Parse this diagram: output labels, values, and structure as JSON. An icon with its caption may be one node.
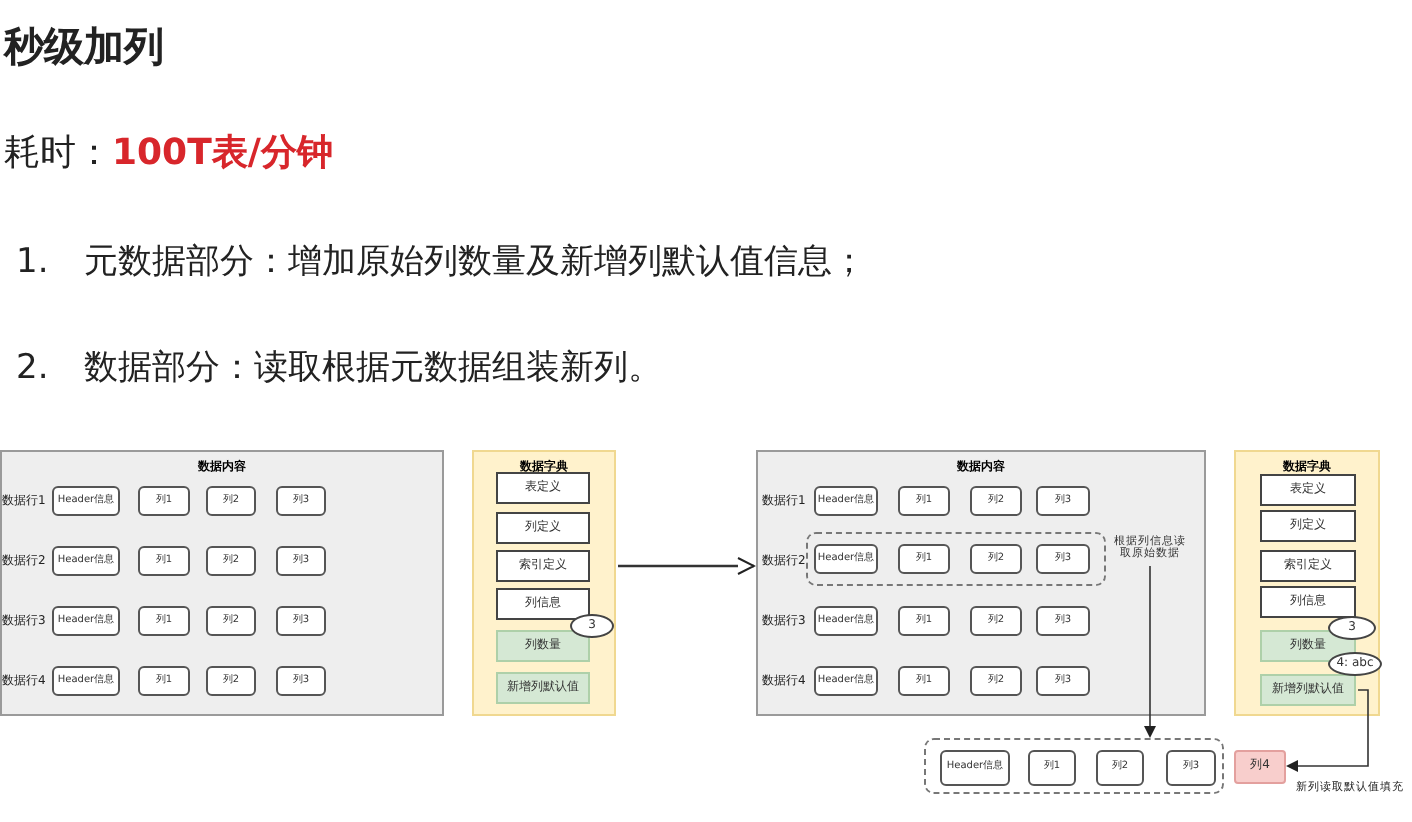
{
  "diagram": {
    "title": "秒级加列",
    "nodes": [
      {
        "text": [
          "数据内容"
        ]
      },
      {
        "text": [
          "Header信息"
        ],
        "in": 0
      },
      {
        "text": [
          "列1"
        ],
        "in": 0
      },
      {
        "text": [
          "列2"
        ],
        "in": 0
      },
      {
        "text": [
          "列3"
        ],
        "in": 0
      },
      {
        "text": [
          "Header信息"
        ],
        "in": 0
      },
      {
        "text": [
          "列1"
        ],
        "in": 0
      },
      {
        "text": [
          "列2"
        ],
        "in": 0
      },
      {
        "text": [
          "列3"
        ],
        "in": 0
      },
      {
        "text": [
          "Header信息"
        ],
        "in": 0
      },
      {
        "text": [
          "列1"
        ],
        "in": 0
      },
      {
        "text": [
          "列2"
        ],
        "in": 0
      },
      {
        "text": [
          "列3"
        ],
        "in": 0
      },
      {
        "text": [
          "Header信息"
        ],
        "in": 0
      },
      {
        "text": [
          "列1"
        ],
        "in": 0
      },
      {
        "text": [
          "列2"
        ],
        "in": 0
      },
      {
        "text": [
          "列3"
        ],
        "in": 0
      },
      {
        "text": [
          "数据字典"
        ]
      },
      {
        "text": [
          "表定义"
        ],
        "in": 17
      },
      {
        "text": [
          "列定义"
        ],
        "in": 17
      },
      {
        "text": [
          "索引定义"
        ],
        "in": 17
      },
      {
        "text": [
          "列信息"
        ],
        "in": 17
      },
      {
        "text": [
          "列数量"
        ],
        "in": 17
      },
      {
        "text": [
          "新增列默认值"
        ],
        "in": 17
      },
      {
        "text": [
          "3"
        ],
        "in": 17
      },
      {
        "text": [
          "数据内容"
        ]
      },
      {
        "text": [
          "Header信息"
        ],
        "in": 25
      },
      {
        "text": [
          "列1"
        ],
        "in": 25
      },
      {
        "text": [
          "列2"
        ],
        "in": 25
      },
      {
        "text": [
          "列3"
        ],
        "in": 25
      },
      {
        "text": [],
        "shape": "box",
        "in": 25
      },
      {
        "text": [
          "Header信息"
        ],
        "in": 30
      },
      {
        "text": [
          "列1"
        ],
        "in": 30
      },
      {
        "text": [
          "列2"
        ],
        "in": 30
      },
      {
        "text": [
          "列3"
        ],
        "in": 30
      },
      {
        "text": [
          "Header信息"
        ],
        "in": 25
      },
      {
        "text": [
          "列1"
        ],
        "in": 25
      },
      {
        "text": [
          "列2"
        ],
        "in": 25
      },
      {
        "text": [
          "列3"
        ],
        "in": 25
      },
      {
        "text": [
          "Header信息"
        ],
        "in": 25
      },
      {
        "text": [
          "列1"
        ],
        "in": 25
      },
      {
        "text": [
          "列2"
        ],
        "in": 25
      },
      {
        "text": [
          "列3"
        ],
        "in": 25
      },
      {
        "text": [
          "根据列信息读取原始数据"
        ],
        "in": 25
      },
      {
        "text": [
          "数据字典"
        ]
      },
      {
        "text": [
          "表定义"
        ],
        "in": 44
      },
      {
        "text": [
          "列定义"
        ],
        "in": 44
      },
      {
        "text": [
          "索引定义"
        ],
        "in": 44
      },
      {
        "text": [
          "列信息"
        ],
        "in": 44
      },
      {
        "text": [
          "列数量"
        ],
        "in": 44
      },
      {
        "text": [
          "新增列默认值"
        ],
        "in": 44
      },
      {
        "text": [
          "3"
        ],
        "in": 44
      },
      {
        "text": [
          "4: abc"
        ],
        "in": 44
      },
      {
        "text": [],
        "shape": "box"
      },
      {
        "text": [
          "Header信息"
        ],
        "in": 53
      },
      {
        "text": [
          "列1"
        ],
        "in": 53
      },
      {
        "text": [
          "列2"
        ],
        "in": 53
      },
      {
        "text": [
          "列3"
        ],
        "in": 53
      },
      {
        "text": [
          "列4"
        ]
      }
    ],
    "edges": [
      {
        "from": 17,
        "to": 25,
        "arrow": "to"
      },
      {
        "from": 43,
        "to": 53,
        "arrow": "to"
      },
      {
        "from": 50,
        "to": 58,
        "arrow": "to",
        "label": "新列读取默认值填充"
      }
    ],
    "labels": [
      "耗时：**100T表/分钟**",
      "1.",
      "元数据部分：增加原始列数量及新增列默认值信息；",
      "2.",
      "数据部分：读取根据元数据组装新列。",
      "数据行1",
      "数据行2",
      "数据行3",
      "数据行4",
      "数据行1",
      "数据行2",
      "数据行3",
      "数据行4"
    ]
  }
}
